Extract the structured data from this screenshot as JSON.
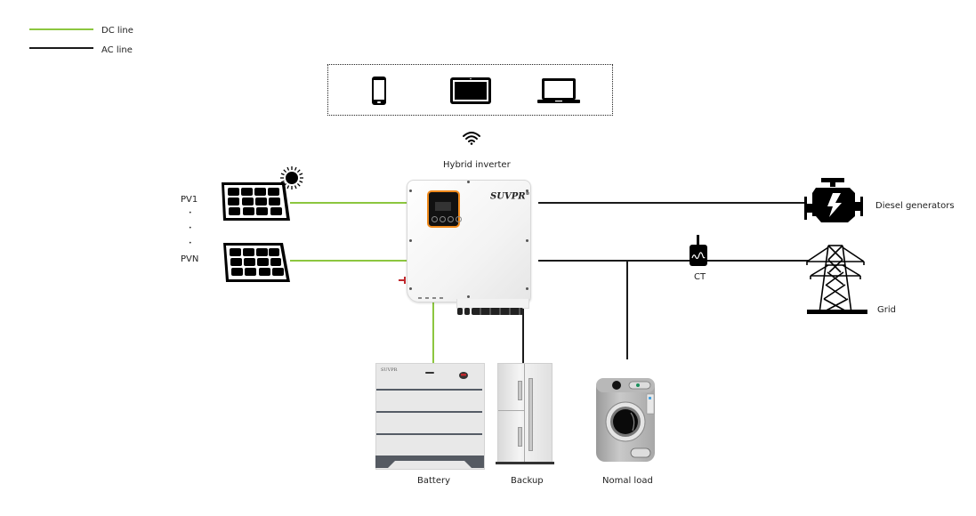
{
  "legend": {
    "items": [
      {
        "label": "DC line",
        "color": "#8cc63f"
      },
      {
        "label": "AC line",
        "color": "#111111"
      }
    ]
  },
  "monitoring": {
    "devices": [
      "phone-icon",
      "tablet-icon",
      "laptop-icon"
    ],
    "connection_icon": "wifi-icon"
  },
  "inverter": {
    "title": "Hybrid inverter",
    "brand": "SUVPR",
    "brand_mark": "®",
    "accent_color": "#f08a1c"
  },
  "pv": {
    "first_label": "PV1",
    "last_label": "PVN",
    "ellipsis": [
      "•",
      "•",
      "•"
    ]
  },
  "right": {
    "generator_label": "Diesel generators",
    "ct_label": "CT",
    "grid_label": "Grid"
  },
  "bottom": {
    "battery_label": "Battery",
    "battery_brand": "SUVPR",
    "backup_label": "Backup",
    "load_label": "Nomal load"
  },
  "colors": {
    "dc_line": "#8cc63f",
    "ac_line": "#1a1a1a"
  }
}
